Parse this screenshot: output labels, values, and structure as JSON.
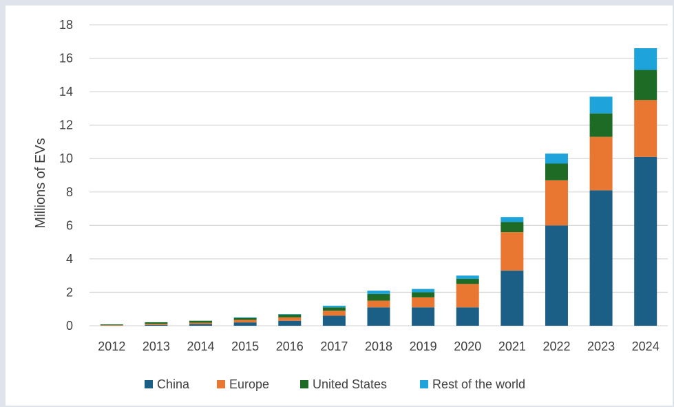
{
  "chart_data": {
    "type": "bar",
    "stacked": true,
    "categories": [
      "2012",
      "2013",
      "2014",
      "2015",
      "2016",
      "2017",
      "2018",
      "2019",
      "2020",
      "2021",
      "2022",
      "2023",
      "2024"
    ],
    "series": [
      {
        "name": "China",
        "color": "#1b5f86",
        "values": [
          0.0,
          0.05,
          0.1,
          0.2,
          0.3,
          0.6,
          1.1,
          1.1,
          1.1,
          3.3,
          6.0,
          8.1,
          10.1
        ]
      },
      {
        "name": "Europe",
        "color": "#ea7731",
        "values": [
          0.03,
          0.06,
          0.08,
          0.15,
          0.2,
          0.3,
          0.4,
          0.6,
          1.4,
          2.3,
          2.7,
          3.2,
          3.4
        ]
      },
      {
        "name": "United States",
        "color": "#1e6b25",
        "values": [
          0.05,
          0.1,
          0.12,
          0.12,
          0.17,
          0.2,
          0.4,
          0.3,
          0.3,
          0.6,
          1.0,
          1.4,
          1.8
        ]
      },
      {
        "name": "Rest of the world",
        "color": "#1ea3da",
        "values": [
          0.0,
          0.0,
          0.0,
          0.03,
          0.03,
          0.1,
          0.2,
          0.2,
          0.2,
          0.3,
          0.6,
          1.0,
          1.3
        ]
      }
    ],
    "ylabel": "Millions of EVs",
    "xlabel": "",
    "ylim": [
      0,
      18
    ],
    "yticks": [
      "0",
      "2",
      "4",
      "6",
      "8",
      "10",
      "12",
      "14",
      "16",
      "18"
    ],
    "grid": true,
    "legend_position": "bottom"
  }
}
